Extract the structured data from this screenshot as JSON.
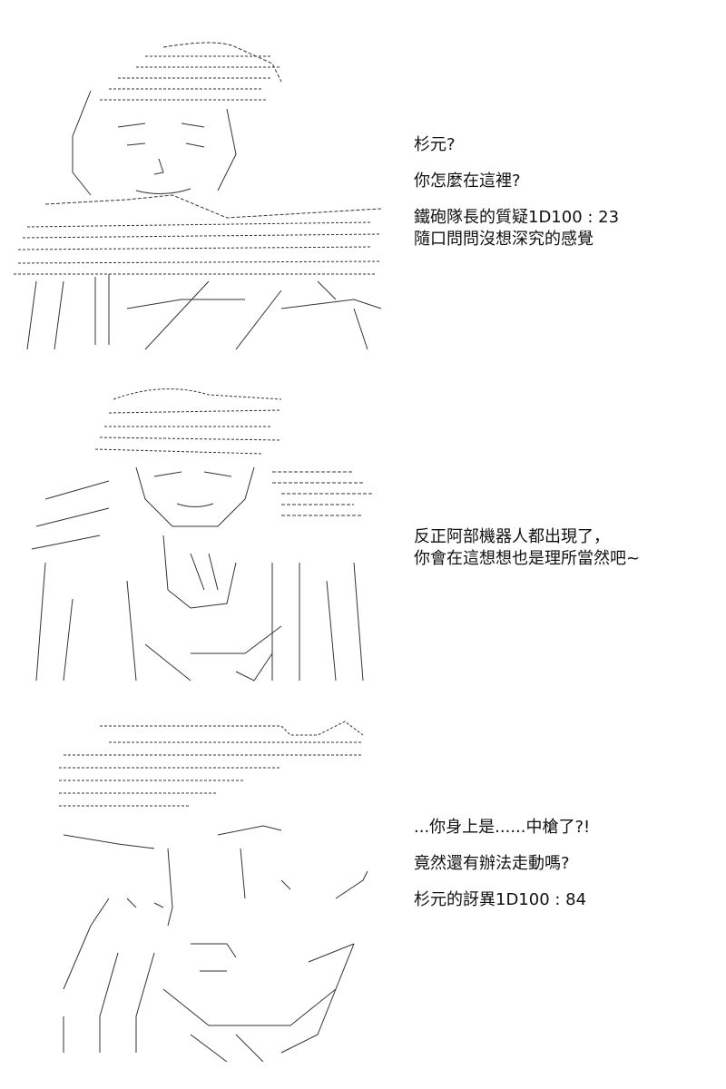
{
  "panels": [
    {
      "lines": [
        "杉元?",
        "",
        "你怎麼在這裡?",
        "",
        "鐵砲隊長的質疑1D100 : 23",
        "隨口問問沒想深究的感覺"
      ]
    },
    {
      "lines": [
        "反正阿部機器人都出現了，",
        "你會在這想想也是理所當然吧~"
      ]
    },
    {
      "lines": [
        "...你身上是......中槍了?!",
        "",
        "竟然還有辦法走動嗎?",
        "",
        "杉元的訝異1D100 : 84"
      ]
    }
  ]
}
